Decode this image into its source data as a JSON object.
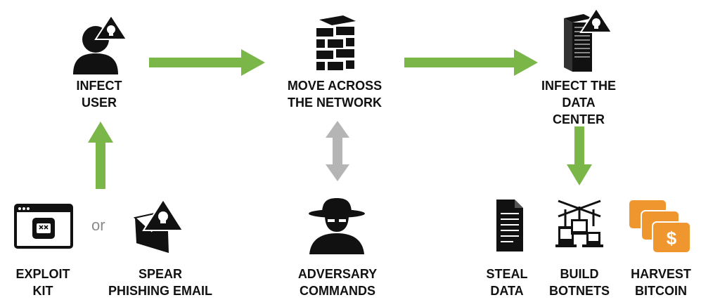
{
  "nodes": {
    "infect_user": {
      "line1": "INFECT",
      "line2": "USER"
    },
    "move_across": {
      "line1": "MOVE ACROSS",
      "line2": "THE NETWORK"
    },
    "infect_dc": {
      "line1": "INFECT THE",
      "line2": "DATA",
      "line3": "CENTER"
    },
    "exploit_kit": {
      "line1": "EXPLOIT",
      "line2": "KIT"
    },
    "spear_phishing": {
      "line1": "SPEAR",
      "line2": "PHISHING EMAIL"
    },
    "adversary": {
      "line1": "ADVERSARY",
      "line2": "COMMANDS"
    },
    "steal_data": {
      "line1": "STEAL",
      "line2": "DATA"
    },
    "build_botnets": {
      "line1": "BUILD",
      "line2": "BOTNETS"
    },
    "harvest_bitcoin": {
      "line1": "HARVEST",
      "line2": "BITCOIN"
    }
  },
  "or_text": "or",
  "dollar_sign": "$",
  "colors": {
    "arrow_green": "#7ab648",
    "arrow_gray": "#b5b5b5",
    "icon_dark": "#111111",
    "coin_orange": "#f0962f"
  }
}
